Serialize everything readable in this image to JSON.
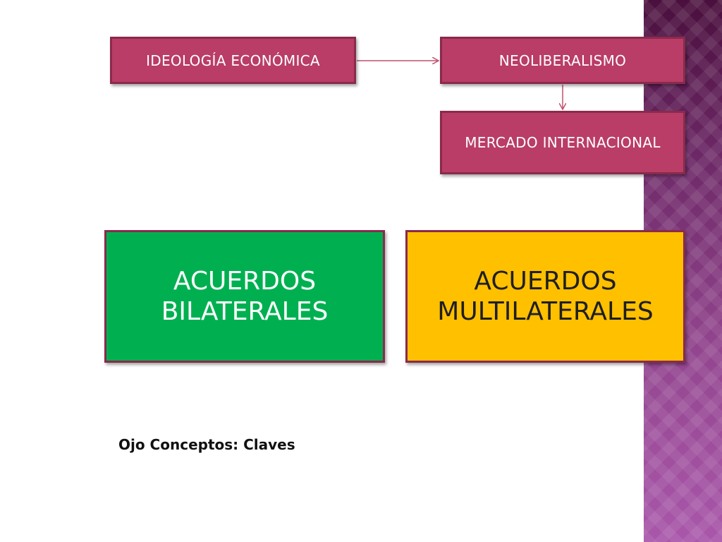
{
  "diagram": {
    "nodes": {
      "ideologia": "IDEOLOGÍA ECONÓMICA",
      "neoliberalismo": "NEOLIBERALISMO",
      "mercado": "MERCADO INTERNACIONAL",
      "bilaterales": [
        "ACUERDOS",
        "BILATERALES"
      ],
      "multilaterales": [
        "ACUERDOS",
        "MULTILATERALES"
      ]
    },
    "edges": [
      {
        "from": "ideologia",
        "to": "neoliberalismo"
      },
      {
        "from": "neoliberalismo",
        "to": "mercado"
      }
    ],
    "note": "Ojo Conceptos: Claves"
  },
  "colors": {
    "small_box_fill": "#b93d66",
    "border": "#8a2a4c",
    "bilaterales_fill": "#00b050",
    "multilaterales_fill": "#ffc000",
    "arrow": "#c0506f"
  }
}
